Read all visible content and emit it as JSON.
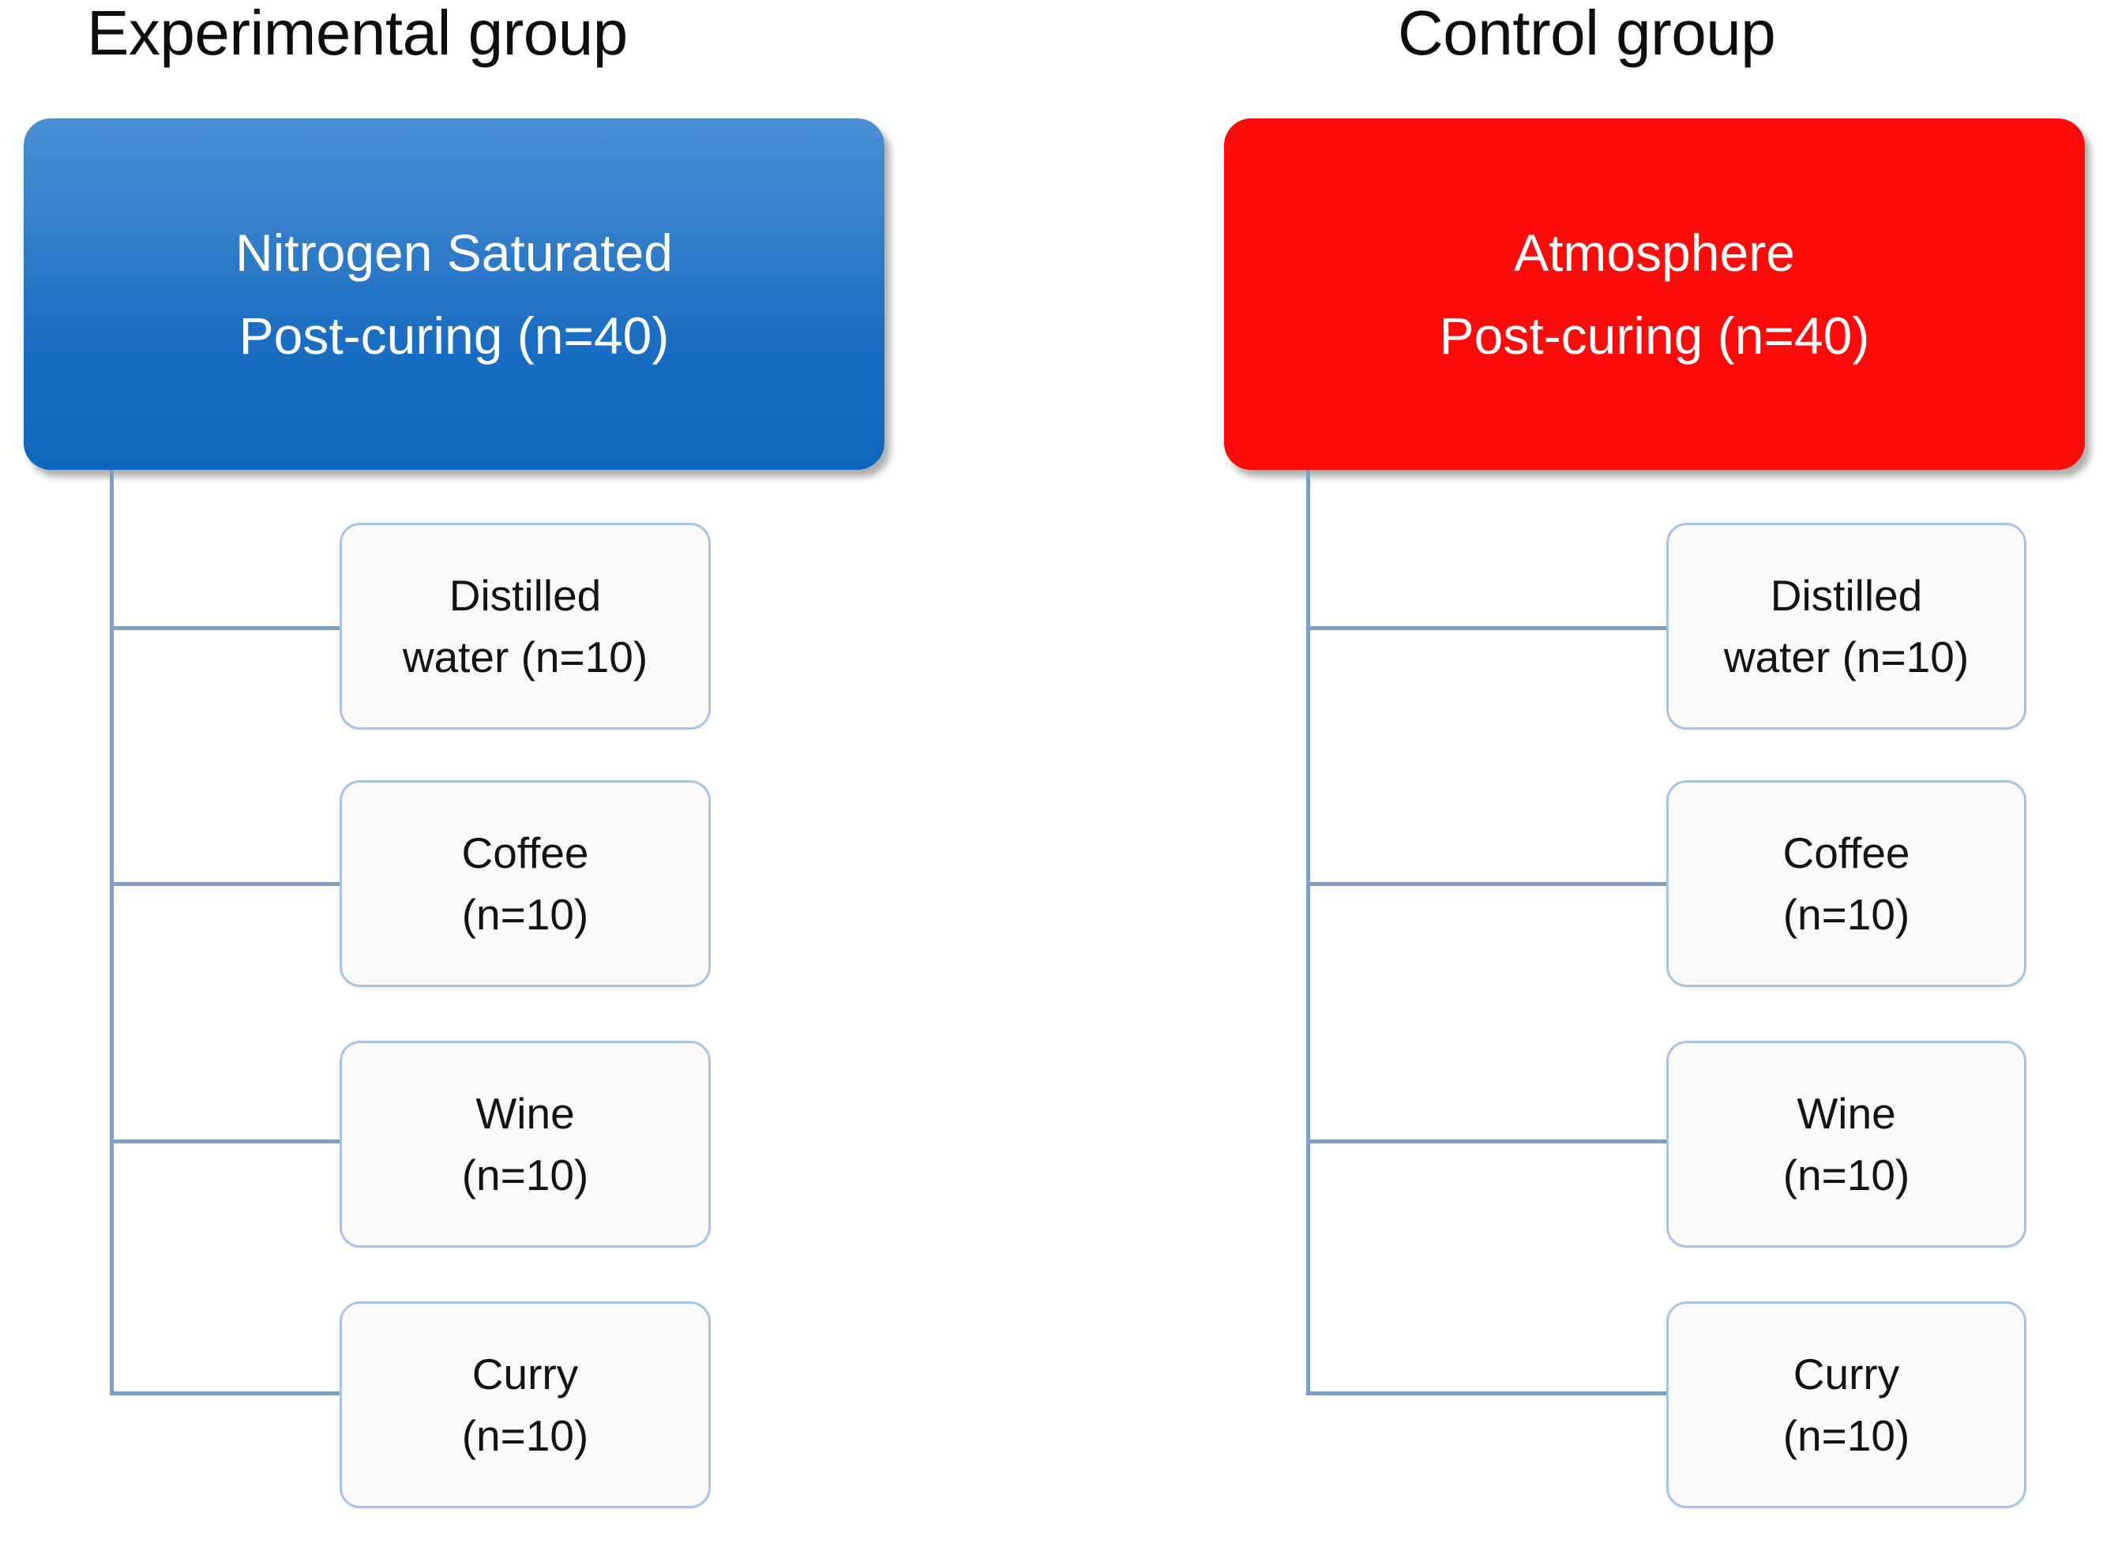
{
  "diagram": {
    "type": "experiment-allocation-flowchart",
    "colors": {
      "experimental_box_fill": "#1b6ec2",
      "control_box_fill": "#fc0b0b",
      "leaf_border": "#a8c4e4",
      "leaf_fill": "#fafafa",
      "connector": "#7d9ec9",
      "title_text": "#0d0d0d",
      "root_text": "#ffffff",
      "leaf_text": "#131313"
    },
    "groups": [
      {
        "id": "experimental",
        "title": "Experimental group",
        "root": {
          "line1": "Nitrogen Saturated",
          "line2": "Post-curing (n=40)",
          "n": 40
        },
        "children": [
          {
            "line1": "Distilled",
            "line2": "water (n=10)",
            "label": "Distilled water (n=10)",
            "n": 10
          },
          {
            "line1": "Coffee",
            "line2": "(n=10)",
            "label": "Coffee (n=10)",
            "n": 10
          },
          {
            "line1": "Wine",
            "line2": "(n=10)",
            "label": "Wine (n=10)",
            "n": 10
          },
          {
            "line1": "Curry",
            "line2": "(n=10)",
            "label": "Curry (n=10)",
            "n": 10
          }
        ]
      },
      {
        "id": "control",
        "title": "Control group",
        "root": {
          "line1": "Atmosphere",
          "line2": "Post-curing (n=40)",
          "n": 40
        },
        "children": [
          {
            "line1": "Distilled",
            "line2": "water (n=10)",
            "label": "Distilled water (n=10)",
            "n": 10
          },
          {
            "line1": "Coffee",
            "line2": "(n=10)",
            "label": "Coffee (n=10)",
            "n": 10
          },
          {
            "line1": "Wine",
            "line2": "(n=10)",
            "label": "Wine (n=10)",
            "n": 10
          },
          {
            "line1": "Curry",
            "line2": "(n=10)",
            "label": "Curry (n=10)",
            "n": 10
          }
        ]
      }
    ]
  }
}
